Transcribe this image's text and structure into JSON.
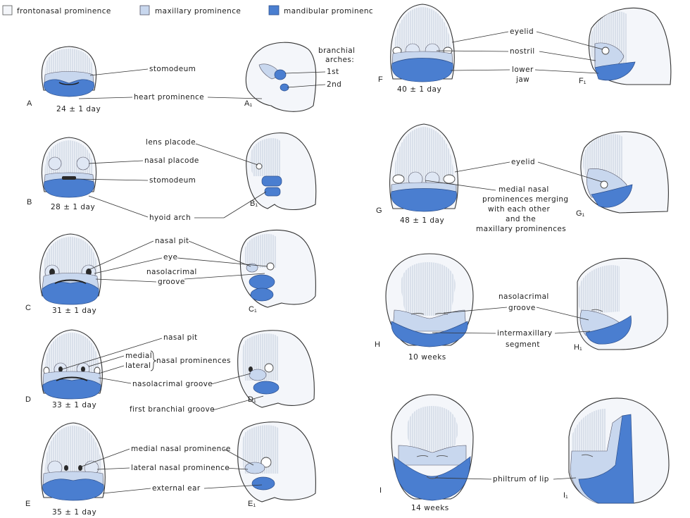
{
  "legend": {
    "items": [
      {
        "label": "frontonasal prominence",
        "color": "#f4f6fa"
      },
      {
        "label": "maxillary prominence",
        "color": "#c8d7ee"
      },
      {
        "label": "mandibular prominence",
        "color": "#4a7ed0"
      }
    ]
  },
  "panels": {
    "A": {
      "letter": "A",
      "side": "A₁",
      "age": "24 ± 1 day"
    },
    "B": {
      "letter": "B",
      "side": "B₁",
      "age": "28 ± 1 day"
    },
    "C": {
      "letter": "C",
      "side": "C₁",
      "age": "31 ± 1 day"
    },
    "D": {
      "letter": "D",
      "side": "D₁",
      "age": "33 ± 1 day"
    },
    "E": {
      "letter": "E",
      "side": "E₁",
      "age": "35 ± 1 day"
    },
    "F": {
      "letter": "F",
      "side": "F₁",
      "age": "40 ± 1 day"
    },
    "G": {
      "letter": "G",
      "side": "G₁",
      "age": "48 ± 1 day"
    },
    "H": {
      "letter": "H",
      "side": "H₁",
      "age": "10 weeks"
    },
    "I": {
      "letter": "I",
      "side": "I₁",
      "age": "14 weeks"
    }
  },
  "labels": {
    "stomodeum_a": "stomodeum",
    "heart_prominence": "heart prominence",
    "branchial_arches_1": "branchial",
    "branchial_arches_2": "arches:",
    "arch_1st": "1st",
    "arch_2nd": "2nd",
    "lens_placode": "lens placode",
    "nasal_placode": "nasal placode",
    "stomodeum_b": "stomodeum",
    "hyoid_arch": "hyoid arch",
    "nasal_pit_c": "nasal pit",
    "eye": "eye",
    "nasolacrimal_c1": "nasolacrimal",
    "nasolacrimal_c2": "groove",
    "nasal_pit_d": "nasal pit",
    "medial": "medial",
    "lateral": "lateral",
    "nasal_prominences": "nasal prominences",
    "nasolacrimal_groove_d": "nasolacrimal groove",
    "first_branchial_groove": "first branchial groove",
    "medial_nasal_prominence": "medial nasal prominence",
    "lateral_nasal_prominence": "lateral nasal prominence",
    "external_ear": "external ear",
    "eyelid_f": "eyelid",
    "nostril": "nostril",
    "lower_jaw_1": "lower",
    "lower_jaw_2": "jaw",
    "eyelid_g": "eyelid",
    "medial_merging_1": "medial nasal",
    "medial_merging_2": "prominences merging",
    "medial_merging_3": "with each other",
    "medial_merging_4": "and the",
    "medial_merging_5": "maxillary prominences",
    "nasolacrimal_h1": "nasolacrimal",
    "nasolacrimal_h2": "groove",
    "intermaxillary_1": "intermaxillary",
    "intermaxillary_2": "segment",
    "philtrum": "philtrum of lip"
  }
}
